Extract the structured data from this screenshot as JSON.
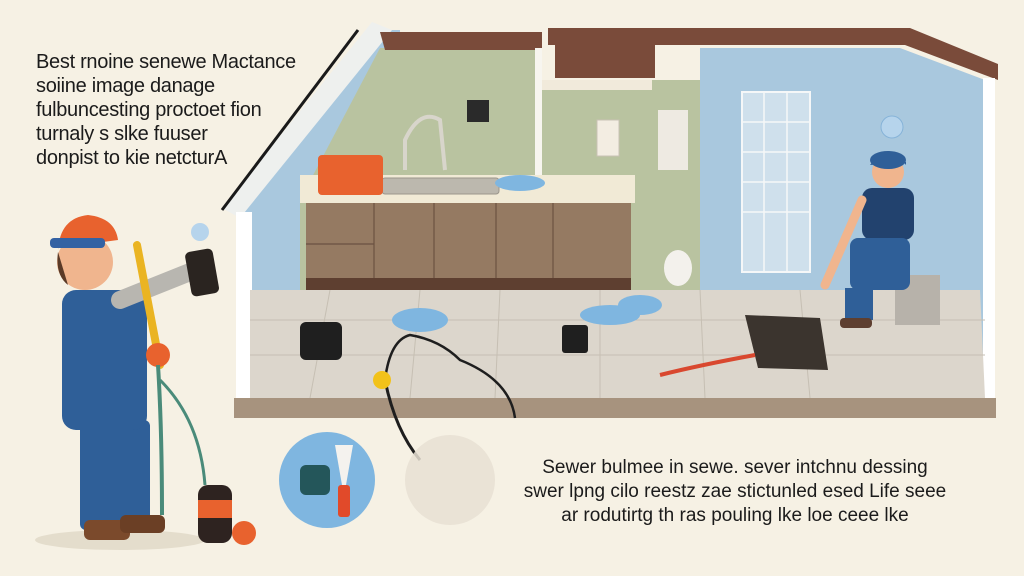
{
  "headline": {
    "lines": [
      "Best rnoine senewe Mactance",
      "soiine image danage",
      "fulbuncesting proctoet fion",
      "turnaly s slke fuuser",
      "donpist to kie netcturA"
    ]
  },
  "caption": {
    "lines": [
      "Sewer bulmee in sewe. sever intchnu dessing",
      "swer lpng cilo reestz zae stictunled esed Life seee",
      "ar rodutirtg th ras pouling lke loe ceee lke"
    ]
  },
  "scene": {
    "house_walls": [
      "left-wall-blue",
      "kitchen-wall-green",
      "bathroom-wall-blue"
    ],
    "figures": [
      "plumber-standing-with-snake",
      "plumber-sitting-by-drain"
    ],
    "insets": [
      "pipe-fitting-circle",
      "faded-room-circle"
    ]
  },
  "colors": {
    "background": "#f6f1e4",
    "roof": "#7a4b3a",
    "kitchen_wall": "#b9c3a0",
    "bath_wall": "#a9c8de",
    "floor": "#dcd6cc",
    "cabinet": "#957a62",
    "overalls": "#2f5f98",
    "hardhat": "#e8622e",
    "water": "#7fb6e0"
  }
}
